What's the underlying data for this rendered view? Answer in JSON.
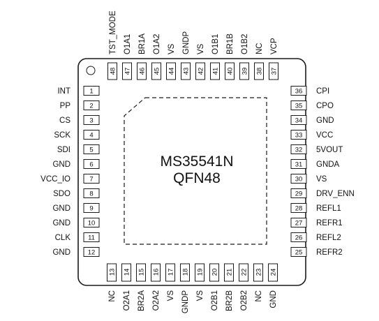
{
  "chip": {
    "part": "MS35541N",
    "package": "QFN48"
  },
  "pins": {
    "left": [
      {
        "num": "1",
        "label": "INT"
      },
      {
        "num": "2",
        "label": "PP"
      },
      {
        "num": "3",
        "label": "CS"
      },
      {
        "num": "4",
        "label": "SCK"
      },
      {
        "num": "5",
        "label": "SDI"
      },
      {
        "num": "6",
        "label": "GND"
      },
      {
        "num": "7",
        "label": "VCC_IO"
      },
      {
        "num": "8",
        "label": "SDO"
      },
      {
        "num": "9",
        "label": "GND"
      },
      {
        "num": "10",
        "label": "GND"
      },
      {
        "num": "11",
        "label": "CLK"
      },
      {
        "num": "12",
        "label": "GND"
      }
    ],
    "bottom": [
      {
        "num": "13",
        "label": "NC"
      },
      {
        "num": "14",
        "label": "O2A1"
      },
      {
        "num": "15",
        "label": "BR2A"
      },
      {
        "num": "16",
        "label": "O2A2"
      },
      {
        "num": "17",
        "label": "VS"
      },
      {
        "num": "18",
        "label": "GNDP"
      },
      {
        "num": "19",
        "label": "VS"
      },
      {
        "num": "20",
        "label": "O2B1"
      },
      {
        "num": "21",
        "label": "BR2B"
      },
      {
        "num": "22",
        "label": "O2B2"
      },
      {
        "num": "23",
        "label": "NC"
      },
      {
        "num": "24",
        "label": "GND"
      }
    ],
    "right": [
      {
        "num": "25",
        "label": "REFR2"
      },
      {
        "num": "26",
        "label": "REFL2"
      },
      {
        "num": "27",
        "label": "REFR1"
      },
      {
        "num": "28",
        "label": "REFL1"
      },
      {
        "num": "29",
        "label": "DRV_ENN"
      },
      {
        "num": "30",
        "label": "VS"
      },
      {
        "num": "31",
        "label": "GNDA"
      },
      {
        "num": "32",
        "label": "5VOUT"
      },
      {
        "num": "33",
        "label": "VCC"
      },
      {
        "num": "34",
        "label": "GND"
      },
      {
        "num": "35",
        "label": "CPO"
      },
      {
        "num": "36",
        "label": "CPI"
      }
    ],
    "top": [
      {
        "num": "37",
        "label": "VCP"
      },
      {
        "num": "38",
        "label": "NC"
      },
      {
        "num": "39",
        "label": "O1B2"
      },
      {
        "num": "40",
        "label": "BR1B"
      },
      {
        "num": "41",
        "label": "O1B1"
      },
      {
        "num": "42",
        "label": "VS"
      },
      {
        "num": "43",
        "label": "GNDP"
      },
      {
        "num": "44",
        "label": "VS"
      },
      {
        "num": "45",
        "label": "O1A2"
      },
      {
        "num": "46",
        "label": "BR1A"
      },
      {
        "num": "47",
        "label": "O1A1"
      },
      {
        "num": "48",
        "label": "TST_MODE"
      }
    ]
  }
}
